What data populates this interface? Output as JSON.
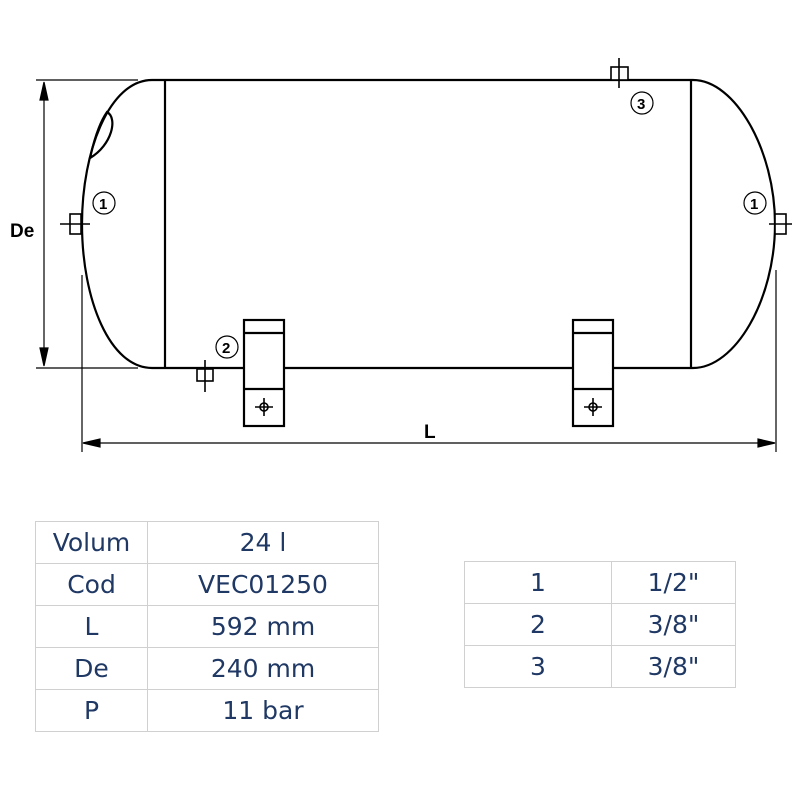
{
  "drawing": {
    "dimension_diameter_label": "De",
    "dimension_length_label": "L",
    "callouts": [
      {
        "id": "1",
        "position": "left-end"
      },
      {
        "id": "1",
        "position": "right-end"
      },
      {
        "id": "2",
        "position": "bottom-left"
      },
      {
        "id": "3",
        "position": "top-right"
      }
    ]
  },
  "specs": {
    "rows": [
      {
        "label": "Volum",
        "value": "24 l"
      },
      {
        "label": "Cod",
        "value": "VEC01250"
      },
      {
        "label": "L",
        "value": "592 mm"
      },
      {
        "label": "De",
        "value": "240 mm"
      },
      {
        "label": "P",
        "value": "11 bar"
      }
    ]
  },
  "connections": {
    "rows": [
      {
        "id": "1",
        "size": "1/2\""
      },
      {
        "id": "2",
        "size": "3/8\""
      },
      {
        "id": "3",
        "size": "3/8\""
      }
    ]
  },
  "colors": {
    "table_text": "#1f3864",
    "table_border": "#d0d0d0",
    "line": "#000000"
  }
}
